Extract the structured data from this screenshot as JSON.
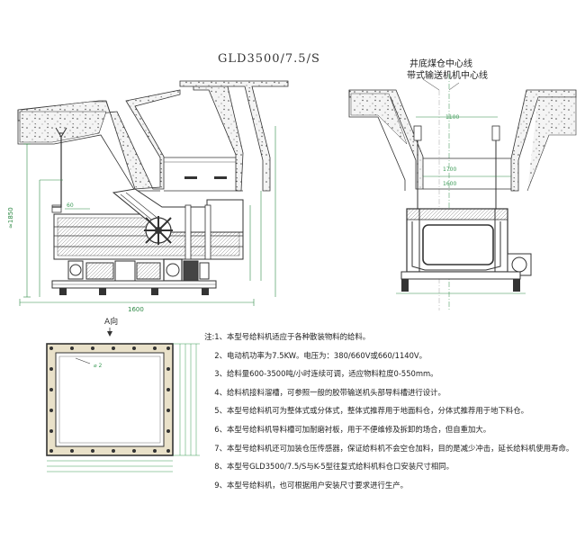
{
  "drawing": {
    "title": "GLD3500/7.5/S",
    "labels": {
      "shaft_center": "井底煤仓中心线",
      "conveyor_center": "带式输送机机中心线",
      "view_a": "A向",
      "dim_1850": "≈1850",
      "dim_1600": "1600",
      "dim_1100": "1100",
      "dim_1700": "1700",
      "dim_1600b": "1600",
      "dim_60": "60",
      "plan_note": "⌀ 2"
    },
    "colors": {
      "line": "#333333",
      "dimension": "#2f8a46",
      "concrete": "#f2f2f2",
      "plate": "#e9e1c9"
    }
  },
  "notes": [
    {
      "num": "注:1、",
      "text": "本型号给料机适应于各种散装物料的给料。"
    },
    {
      "num": "2、",
      "text": "电动机功率为7.5KW。电压为：380/660V或660/1140V。"
    },
    {
      "num": "3、",
      "text": "给料量600-3500吨/小时连续可调，适应物料粒度0-550mm。"
    },
    {
      "num": "4、",
      "text": "给料机接料溜槽，可参照一般的胶带输送机头部导料槽进行设计。"
    },
    {
      "num": "5、",
      "text": "本型号给料机可为整体式或分体式，整体式推荐用于地面料仓，分体式推荐用于地下料仓。"
    },
    {
      "num": "6、",
      "text": "本型号给料机导料槽可加耐磨衬板，用于不便维修及拆卸的场合，但自重加大。"
    },
    {
      "num": "7、",
      "text": "本型号给料机还可加装仓压传感器，保证给料机不会空仓加料，目的是减少冲击，延长给料机使用寿命。"
    },
    {
      "num": "8、",
      "text": "本型号GLD3500/7.5/S与K-5型往复式给料机料仓口安装尺寸相同。"
    },
    {
      "num": "9、",
      "text": "本型号给料机，也可根据用户安装尺寸要求进行生产。"
    }
  ]
}
